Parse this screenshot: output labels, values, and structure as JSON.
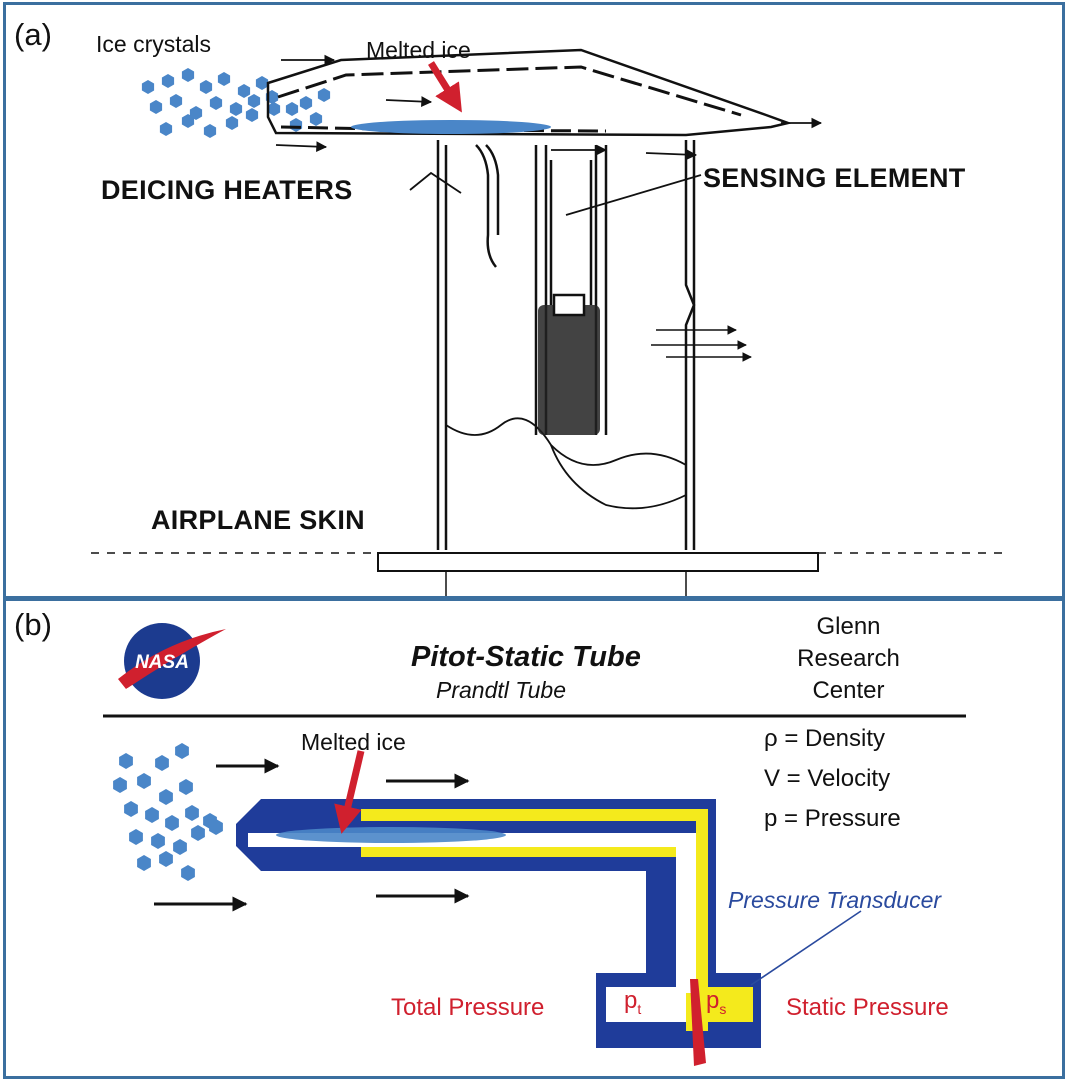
{
  "panel_a": {
    "tag": "(a)",
    "ice_crystals": "Ice crystals",
    "melted_ice": "Melted ice",
    "deicing_heaters": "DEICING HEATERS",
    "sensing_element": "SENSING ELEMENT",
    "airplane_skin": "AIRPLANE SKIN"
  },
  "panel_b": {
    "tag": "(b)",
    "logo": "NASA",
    "title": "Pitot-Static Tube",
    "subtitle": "Prandtl Tube",
    "center_line1": "Glenn",
    "center_line2": "Research",
    "center_line3": "Center",
    "legend_rho": "ρ = Density",
    "legend_v": "V = Velocity",
    "legend_p": "p = Pressure",
    "melted_ice": "Melted ice",
    "pressure_transducer": "Pressure Transducer",
    "total_pressure": "Total Pressure",
    "static_pressure": "Static Pressure",
    "pt_base": "p",
    "pt_sub": "t",
    "ps_base": "p",
    "ps_sub": "s"
  },
  "colors": {
    "frame": "#3b6f9f",
    "ice": "#4a86c8",
    "tube_blue": "#1f3c9a",
    "yellow": "#f4ea1c",
    "red": "#d0202e"
  }
}
